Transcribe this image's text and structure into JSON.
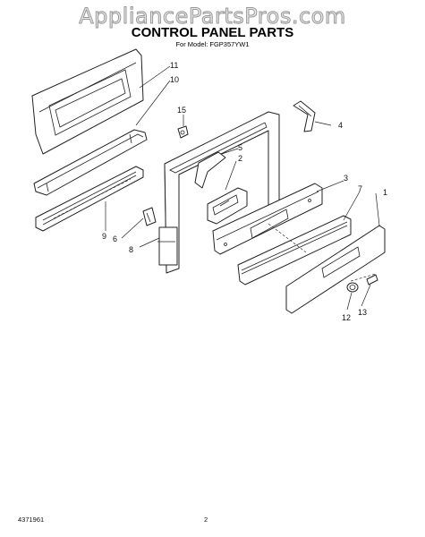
{
  "watermark": "AppliancePartsPros.com",
  "title": "CONTROL PANEL PARTS",
  "model_line": "For Model: FGP357YW1",
  "callouts": [
    "1",
    "2",
    "3",
    "4",
    "5",
    "6",
    "7",
    "8",
    "9",
    "10",
    "11",
    "12",
    "13",
    "15"
  ],
  "footer": {
    "doc_number": "4371961",
    "page": "2"
  }
}
